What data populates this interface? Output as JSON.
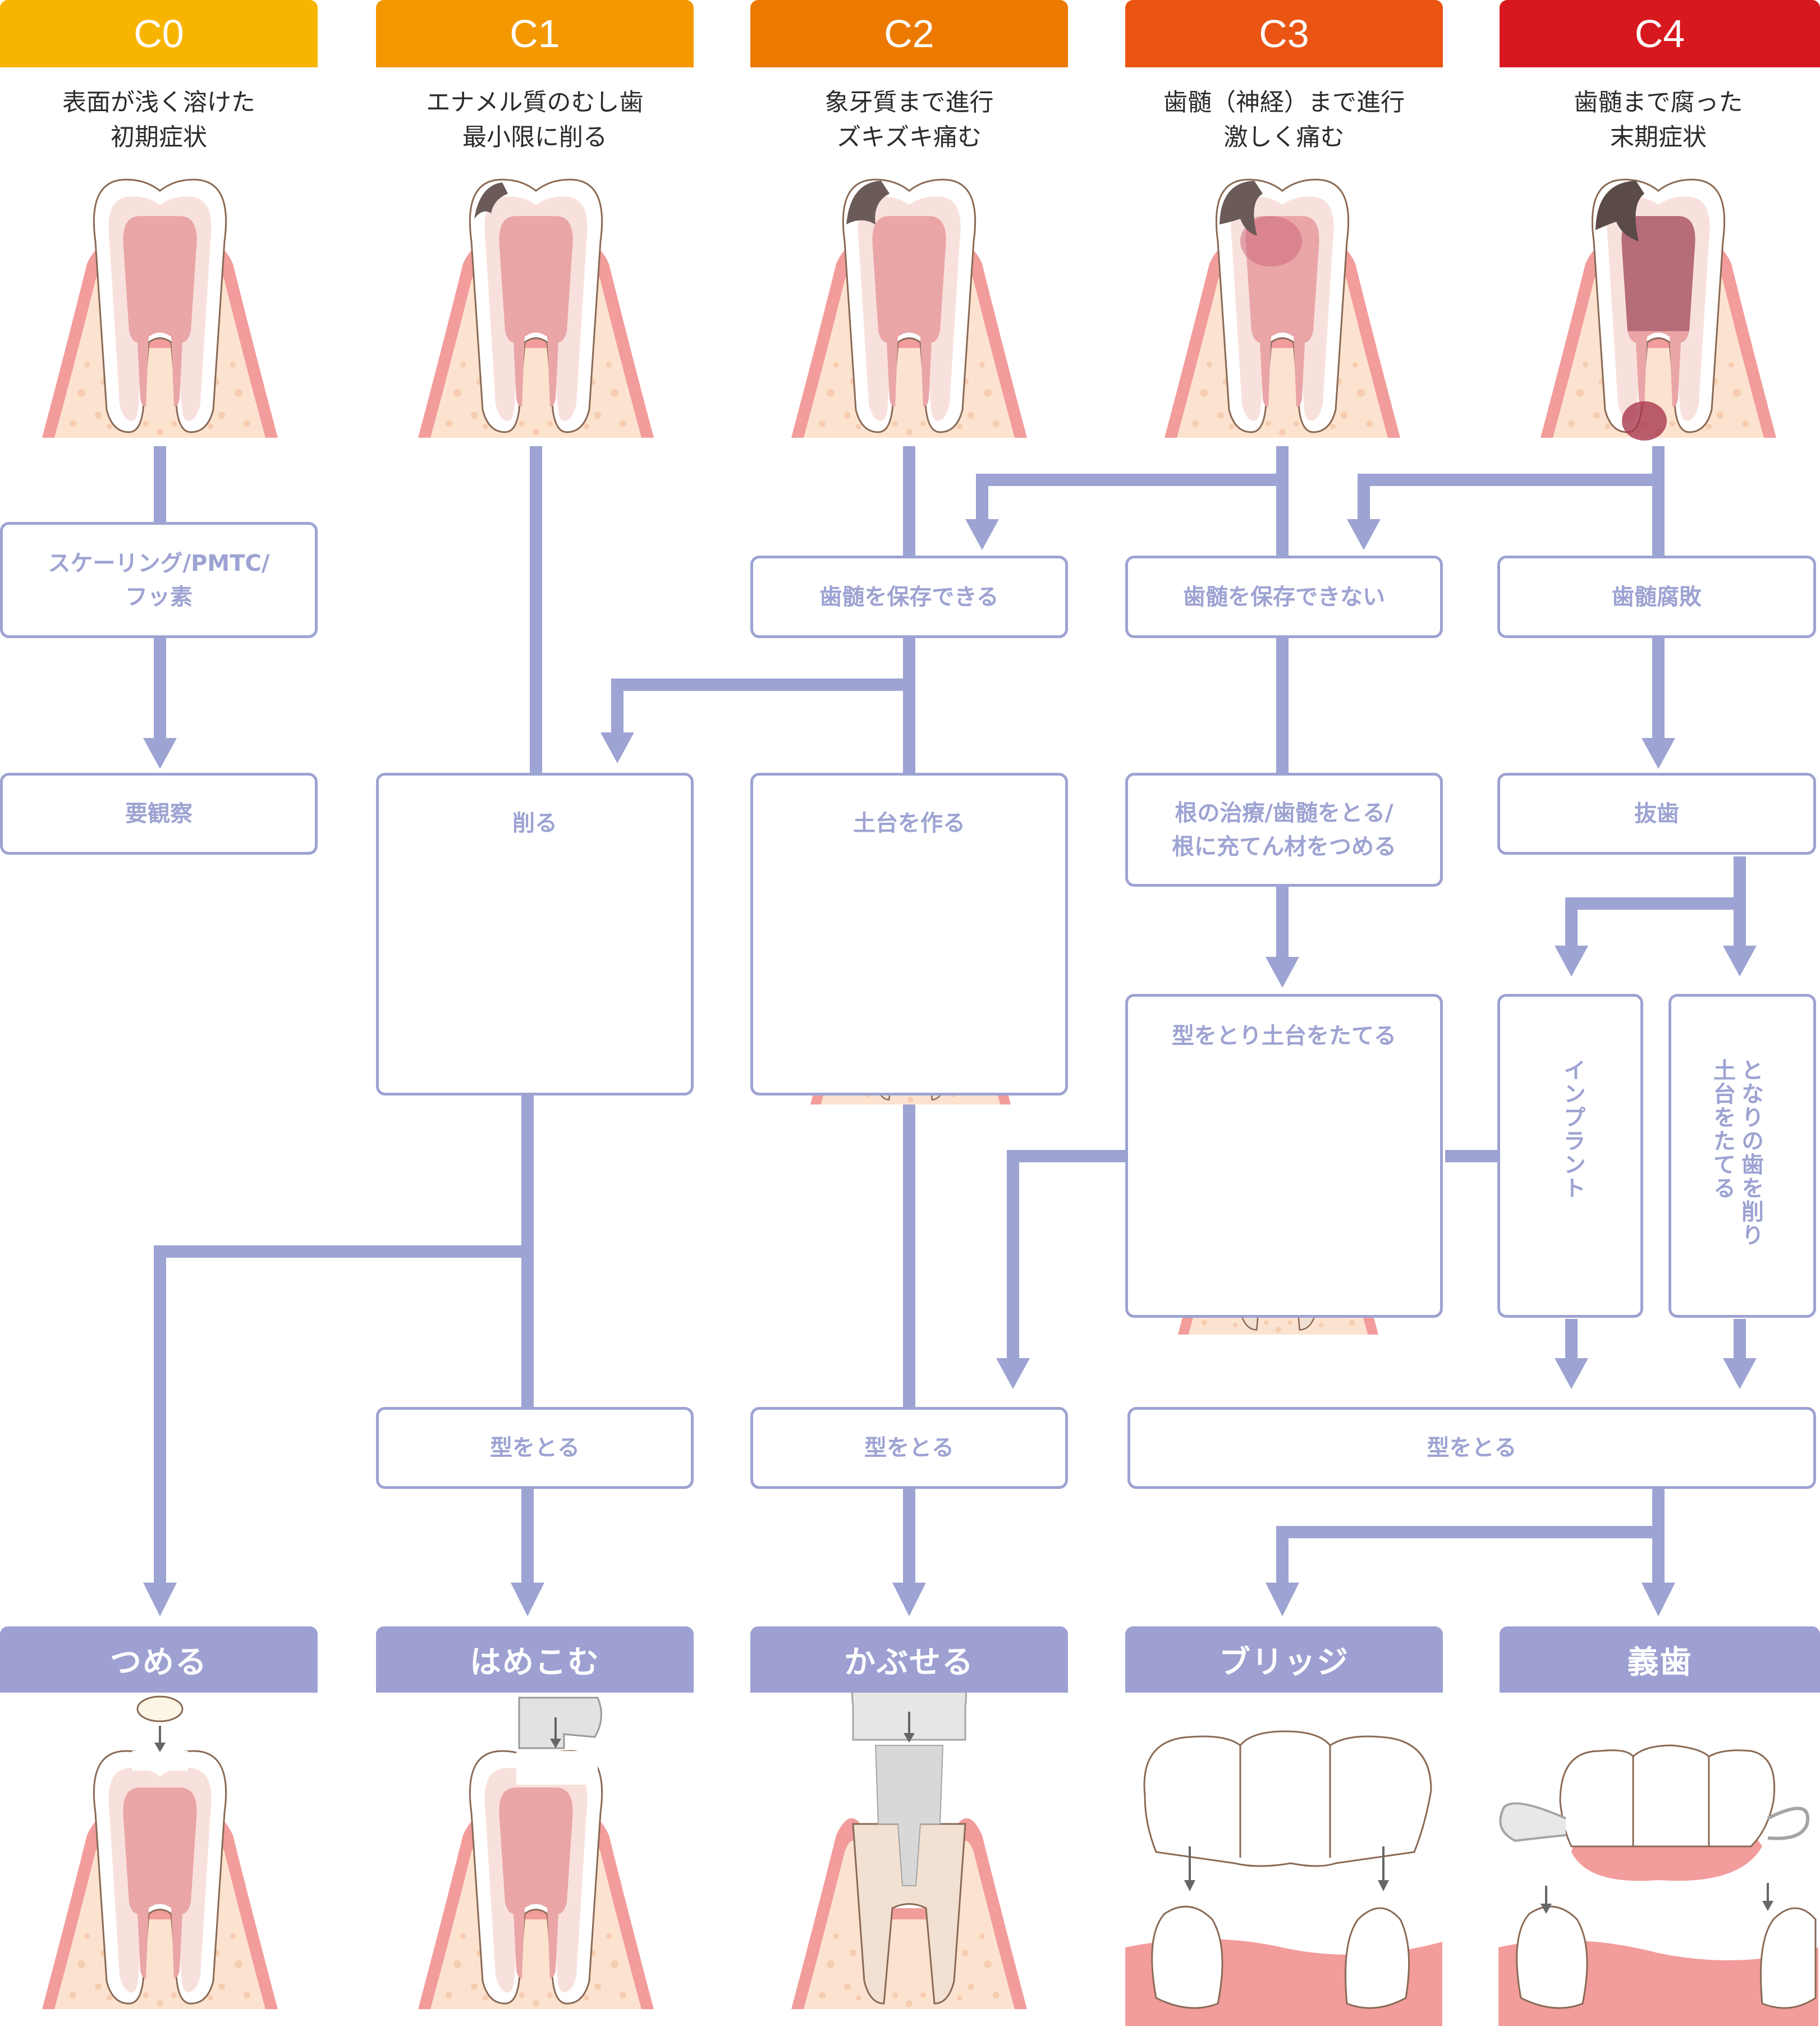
{
  "colors": {
    "flow": "#9da3d2",
    "final_bg": "#9da0d1",
    "gum": "#f29c9c",
    "bone": "#fce3cf",
    "pulp": "#eaa5a7",
    "dentin": "#f8e1dc",
    "outline": "#8a6a55",
    "decay": "#6b5b58",
    "metal": "#d8d8d8"
  },
  "stages": [
    {
      "label": "C0",
      "color": "#f8b500",
      "desc": [
        "表面が浅く溶けた",
        "初期症状"
      ],
      "icon": "tooth-c0-icon"
    },
    {
      "label": "C1",
      "color": "#f39800",
      "desc": [
        "エナメル質のむし歯",
        "最小限に削る"
      ],
      "icon": "tooth-c1-icon"
    },
    {
      "label": "C2",
      "color": "#ed7a00",
      "desc": [
        "象牙質まで進行",
        "ズキズキ痛む"
      ],
      "icon": "tooth-c2-icon"
    },
    {
      "label": "C3",
      "color": "#ea5514",
      "desc": [
        "歯髄（神経）まで進行",
        "激しく痛む"
      ],
      "icon": "tooth-c3-icon"
    },
    {
      "label": "C4",
      "color": "#d7181e",
      "desc": [
        "歯髄まで腐った",
        "末期症状"
      ],
      "icon": "tooth-c4-icon"
    }
  ],
  "boxes": {
    "scaling": [
      "スケーリング/PMTC/",
      "フッ素"
    ],
    "observe": "要観察",
    "pulp_savable": "歯髄を保存できる",
    "pulp_unsavable": "歯髄を保存できない",
    "pulp_rotten": "歯髄腐敗",
    "shave": "削る",
    "base": "土台を作る",
    "root_canal": [
      "根の治療/歯髄をとる/",
      "根に充てん材をつめる"
    ],
    "extraction": "抜歯",
    "post_core": "型をとり土台をたてる",
    "implant": "インプラント",
    "neighbor": [
      "となりの歯を削り",
      "土台をたてる"
    ],
    "impression_c1": "型をとる",
    "impression_c2": "型をとる",
    "impression_c34": "型をとる"
  },
  "finals": [
    {
      "label": "つめる",
      "icon": "filling-icon"
    },
    {
      "label": "はめこむ",
      "icon": "inlay-icon"
    },
    {
      "label": "かぶせる",
      "icon": "crown-icon"
    },
    {
      "label": "ブリッジ",
      "icon": "bridge-icon"
    },
    {
      "label": "義歯",
      "icon": "denture-icon"
    }
  ]
}
